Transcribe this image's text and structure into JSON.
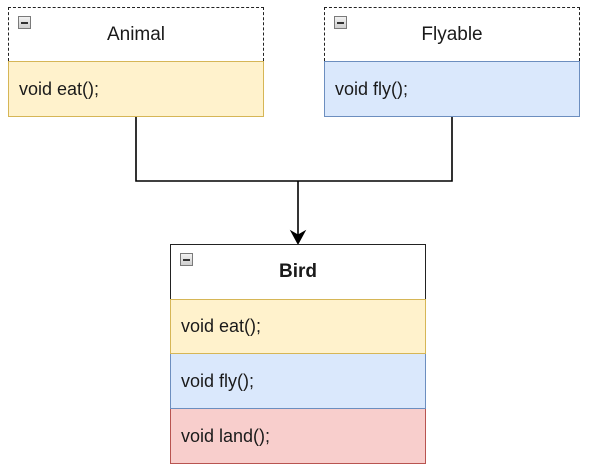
{
  "diagram": {
    "classes": {
      "animal": {
        "name": "Animal",
        "methods": [
          "void eat();"
        ]
      },
      "flyable": {
        "name": "Flyable",
        "methods": [
          "void fly();"
        ]
      },
      "bird": {
        "name": "Bird",
        "methods": [
          "void eat();",
          "void fly();",
          "void land();"
        ]
      }
    },
    "colors": {
      "eat_fill": "#fff2cc",
      "eat_stroke": "#d6b656",
      "fly_fill": "#dae8fc",
      "fly_stroke": "#6c8ebf",
      "land_fill": "#f8cecc",
      "land_stroke": "#b85450"
    },
    "icons": [
      "collapse-icon"
    ]
  }
}
